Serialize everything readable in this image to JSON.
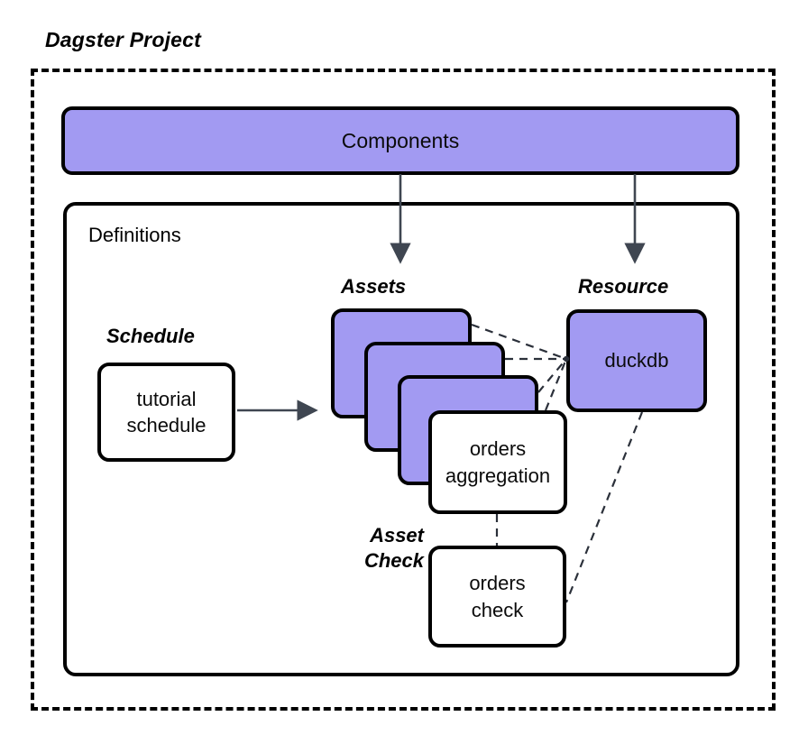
{
  "diagram": {
    "title": "Dagster Project",
    "colors": {
      "accent_purple": "#a29af2",
      "outline": "#000000",
      "arrow": "#3f4651",
      "background": "#ffffff"
    }
  },
  "components": {
    "label": "Components"
  },
  "definitions": {
    "label": "Definitions"
  },
  "kind_labels": {
    "schedule": "Schedule",
    "assets": "Assets",
    "resource": "Resource",
    "asset_check_line1": "Asset",
    "asset_check_line2": "Check"
  },
  "nodes": {
    "schedule": {
      "line1": "tutorial",
      "line2": "schedule"
    },
    "asset_stack": [
      {
        "label": ""
      },
      {
        "label": ""
      },
      {
        "label": ""
      }
    ],
    "orders_aggregation": {
      "line1": "orders",
      "line2": "aggregation"
    },
    "resource": {
      "label": "duckdb"
    },
    "orders_check": {
      "line1": "orders",
      "line2": "check"
    }
  },
  "edges": [
    {
      "from": "components",
      "to": "assets",
      "style": "solid-arrow"
    },
    {
      "from": "components",
      "to": "resource",
      "style": "solid-arrow"
    },
    {
      "from": "schedule",
      "to": "assets",
      "style": "solid-arrow"
    },
    {
      "from": "asset-1",
      "to": "resource",
      "style": "dashed"
    },
    {
      "from": "asset-2",
      "to": "resource",
      "style": "dashed"
    },
    {
      "from": "asset-3",
      "to": "resource",
      "style": "dashed"
    },
    {
      "from": "orders-aggregation",
      "to": "resource",
      "style": "dashed"
    },
    {
      "from": "orders-aggregation",
      "to": "orders-check",
      "style": "dashed"
    },
    {
      "from": "resource",
      "to": "orders-check",
      "style": "dashed"
    }
  ]
}
